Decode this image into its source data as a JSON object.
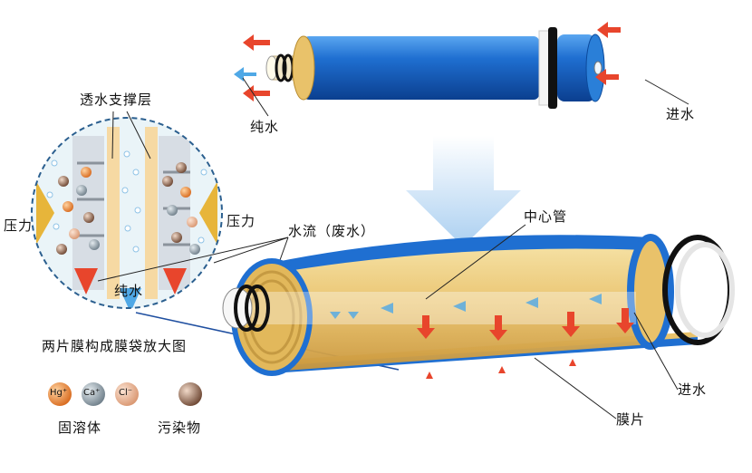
{
  "labels": {
    "pure_water_top": "纯水",
    "feed_water_top": "进水",
    "support_layer": "透水支撑层",
    "pressure_left": "压力",
    "pressure_right": "压力",
    "waste_flow": "水流（废水）",
    "pure_water_circle": "纯水",
    "center_tube": "中心管",
    "membrane_bag_caption": "两片膜构成膜袋放大图",
    "feed_water_bottom": "进水",
    "membrane_sheet": "膜片",
    "dissolved_solids": "固溶体",
    "pollutants": "污染物"
  },
  "legend": {
    "ions": [
      "Hg⁺",
      "Ca⁺",
      "Cl⁻"
    ],
    "colors": {
      "hg": "#e8873a",
      "ca": "#9aa7b0",
      "cl": "#e7b79a",
      "pollutant": "#8a6048"
    }
  },
  "colors": {
    "membrane_blue": "#1f6fd1",
    "membrane_gold": "#e9c26a",
    "arrow_red": "#e8452c",
    "arrow_blue": "#4fa8e6"
  }
}
